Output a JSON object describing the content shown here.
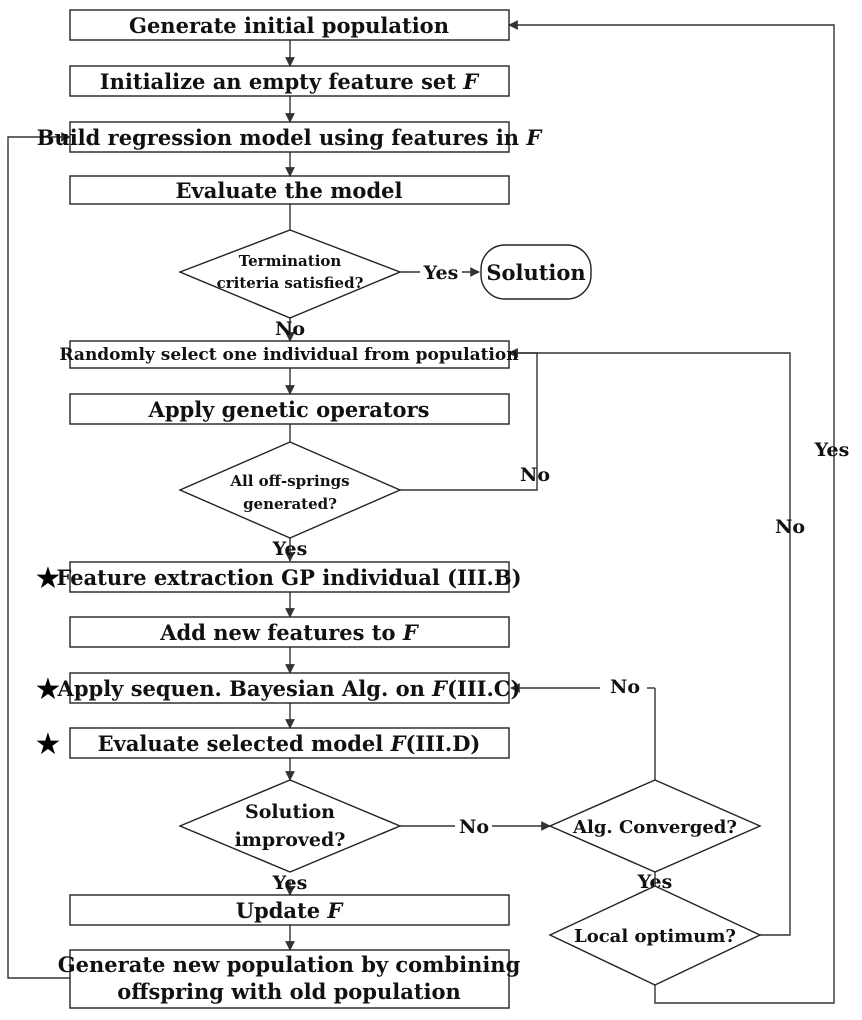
{
  "steps": {
    "generate_initial": "Generate initial population",
    "initialize_prefix": "Initialize an empty feature set ",
    "build_model_prefix": "Build regression model using features in ",
    "evaluate_model": "Evaluate the model",
    "randomly_select": "Randomly select one individual from population",
    "apply_genetic": "Apply genetic operators",
    "feature_extraction": "Feature extraction GP individual (III.B)",
    "add_features_prefix": "Add new features to ",
    "apply_bayesian_prefix": "Apply  sequen. Bayesian Alg. on ",
    "apply_bayesian_suffix": "(III.C)",
    "evaluate_selected_prefix": "Evaluate selected model ",
    "evaluate_selected_suffix": "(III.D)",
    "update_prefix": "Update ",
    "generate_new_line1": "Generate new population by combining",
    "generate_new_line2": "offspring with old population",
    "feature_set_symbol": "F"
  },
  "decisions": {
    "termination_line1": "Termination",
    "termination_line2": "criteria satisfied?",
    "offsprings_line1": "All off-springs",
    "offsprings_line2": "generated?",
    "improved_line1": "Solution",
    "improved_line2": "improved?",
    "converged": "Alg. Converged?",
    "local_optimum": "Local optimum?"
  },
  "terminal": {
    "solution": "Solution"
  },
  "edge_labels": {
    "yes": "Yes",
    "no": "No"
  },
  "markers": {
    "star": "★"
  }
}
